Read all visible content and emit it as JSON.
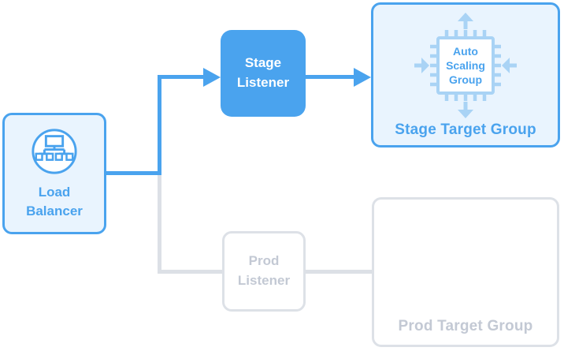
{
  "nodes": {
    "load_balancer": {
      "label": "Load Balancer",
      "state": "active"
    },
    "stage_listener": {
      "label": "Stage Listener",
      "state": "active"
    },
    "prod_listener": {
      "label": "Prod Listener",
      "state": "inactive"
    },
    "stage_target_group": {
      "label": "Stage Target Group",
      "icon_label": "Auto Scaling Group",
      "state": "active"
    },
    "prod_target_group": {
      "label": "Prod Target Group",
      "state": "inactive"
    }
  },
  "colors": {
    "primary_blue": "#4aa3ee",
    "light_blue_fill": "#e9f4fe",
    "icon_light_blue": "#a9d3f5",
    "inactive_border": "#dde1e7",
    "inactive_text": "#c3c9d4",
    "inactive_connector": "#dce0e6",
    "background": "#ffffff"
  }
}
